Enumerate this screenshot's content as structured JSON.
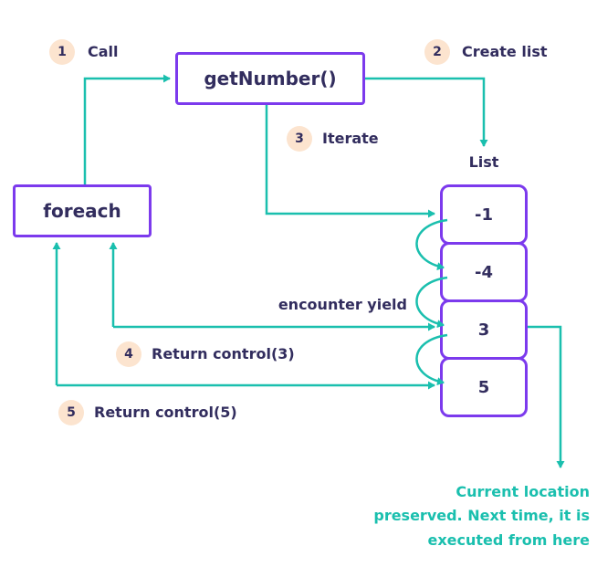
{
  "colors": {
    "purple": "#7c3aed",
    "navy": "#322d5e",
    "teal": "#1abfae",
    "badge_bg": "#fce4cf"
  },
  "nodes": {
    "get_number": "getNumber()",
    "foreach": "foreach",
    "list_title": "List",
    "list_items": [
      "-1",
      "-4",
      "3",
      "5"
    ]
  },
  "steps": [
    {
      "num": "1",
      "label": "Call"
    },
    {
      "num": "2",
      "label": "Create list"
    },
    {
      "num": "3",
      "label": "Iterate"
    },
    {
      "num": "4",
      "label": "Return control(3)"
    },
    {
      "num": "5",
      "label": "Return control(5)"
    }
  ],
  "annotations": {
    "encounter_yield": "encounter yield",
    "note_lines": [
      "Current location",
      "preserved. Next time, it is",
      "executed from here"
    ]
  }
}
